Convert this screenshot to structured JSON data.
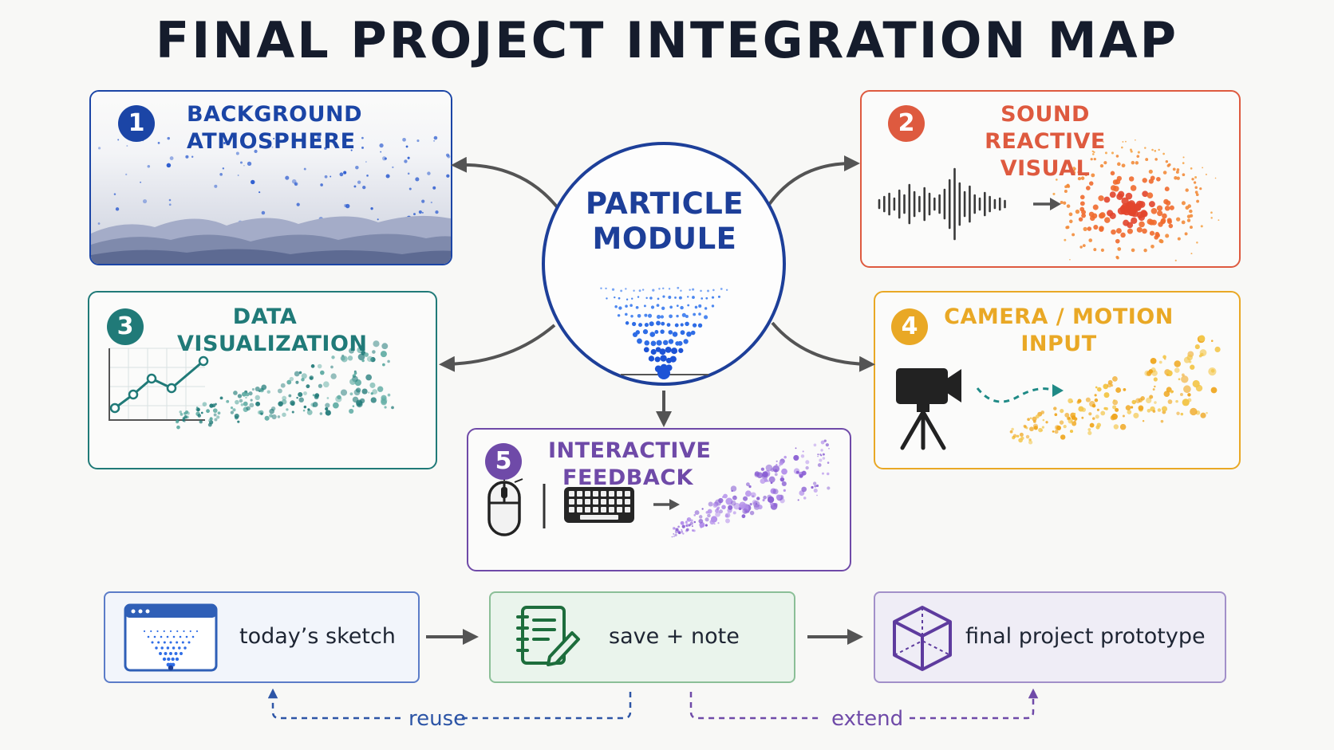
{
  "title": "FINAL PROJECT INTEGRATION MAP",
  "center": {
    "label": "PARTICLE MODULE",
    "color": "#1d3f99"
  },
  "cards": [
    {
      "number": "1",
      "title": "BACKGROUND ATMOSPHERE",
      "color": "#1b45a6"
    },
    {
      "number": "2",
      "title": "SOUND REACTIVE VISUAL",
      "color": "#de5a3f"
    },
    {
      "number": "3",
      "title": "DATA VISUALIZATION",
      "color": "#207a78"
    },
    {
      "number": "4",
      "title": "CAMERA / MOTION INPUT",
      "color": "#e9a825"
    },
    {
      "number": "5",
      "title": "INTERACTIVE FEEDBACK",
      "color": "#6f4aa8"
    }
  ],
  "flow": [
    {
      "label": "today’s sketch",
      "icon": "browser-window-icon"
    },
    {
      "label": "save + note",
      "icon": "notebook-pencil-icon"
    },
    {
      "label": "final project prototype",
      "icon": "cube-icon"
    }
  ],
  "loops": {
    "reuse": "reuse",
    "extend": "extend"
  }
}
